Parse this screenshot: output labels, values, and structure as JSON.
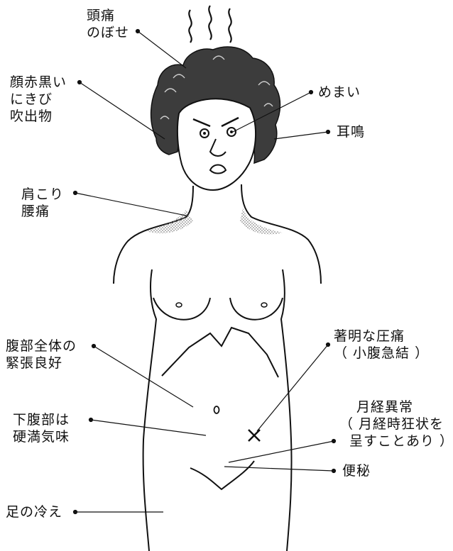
{
  "labels": {
    "headache": [
      "頭痛",
      "のぼせ"
    ],
    "face": [
      "顔赤黒い",
      "にきび",
      "吹出物"
    ],
    "dizziness": [
      "めまい"
    ],
    "tinnitus": [
      "耳鳴"
    ],
    "shoulder": [
      "肩こり",
      "腰痛"
    ],
    "abdomen_tension": [
      "腹部全体の",
      "緊張良好"
    ],
    "tenderness": [
      "著明な圧痛",
      "（ 小腹急結 ）"
    ],
    "lower_abdomen": [
      "下腹部は",
      "硬満気味"
    ],
    "menstrual": [
      "月経異常",
      "（ 月経時狂状を",
      "呈すことあり ）"
    ],
    "constipation": [
      "便秘"
    ],
    "cold_feet": [
      "足の冷え"
    ]
  },
  "colors": {
    "ink": "#111111",
    "hair": "#3a3a3a",
    "shade": "#9a9a9a"
  }
}
